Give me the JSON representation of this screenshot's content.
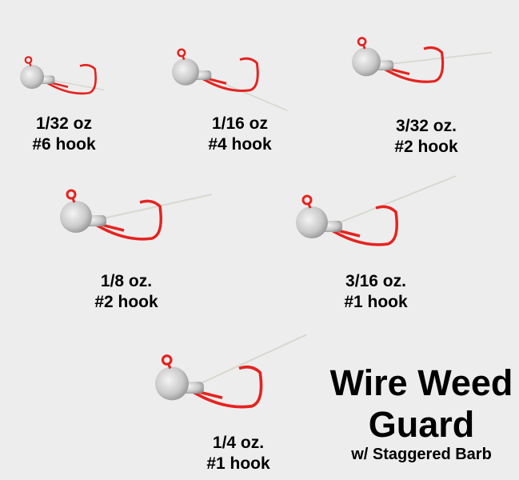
{
  "products": [
    {
      "weight": "1/32 oz",
      "hook": "#6 hook"
    },
    {
      "weight": "1/16 oz",
      "hook": "#4 hook"
    },
    {
      "weight": "3/32 oz.",
      "hook": "#2 hook"
    },
    {
      "weight": "1/8 oz.",
      "hook": "#2 hook"
    },
    {
      "weight": "3/16 oz.",
      "hook": "#1 hook"
    },
    {
      "weight": "1/4 oz.",
      "hook": "#1 hook"
    }
  ],
  "heading": {
    "line1": "Wire Weed",
    "line2": "Guard",
    "subtitle": "w/ Staggered Barb"
  },
  "colors": {
    "hook": "#e5231f",
    "lead": "#c9c9c9",
    "background": "#ededed"
  }
}
